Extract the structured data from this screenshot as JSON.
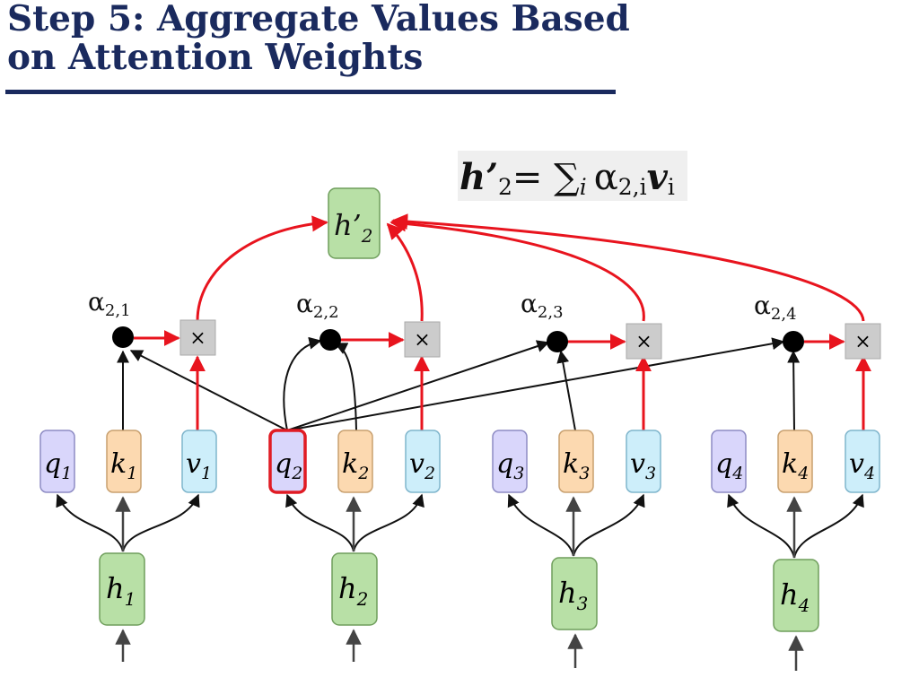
{
  "title": "Step 5: Aggregate Values Based on Attention Weights",
  "formula": {
    "lhs": "h’",
    "lhs_sub": "2",
    "eq": "= ∑",
    "sum_sub": "i",
    "alpha": "α",
    "alpha_sub": "2,i",
    "v": "v",
    "v_sub": "i"
  },
  "output": {
    "label": "h’",
    "sub": "2"
  },
  "multiply_symbol": "×",
  "alpha_symbol": "α",
  "alphas": [
    "2,1",
    "2,2",
    "2,3",
    "2,4"
  ],
  "tokens": [
    {
      "h": "h",
      "q": "q",
      "k": "k",
      "v": "v",
      "sub": "1"
    },
    {
      "h": "h",
      "q": "q",
      "k": "k",
      "v": "v",
      "sub": "2"
    },
    {
      "h": "h",
      "q": "q",
      "k": "k",
      "v": "v",
      "sub": "3"
    },
    {
      "h": "h",
      "q": "q",
      "k": "k",
      "v": "v",
      "sub": "4"
    }
  ],
  "colors": {
    "title": "#1a2a5e",
    "query": "#d9d6fb",
    "query_stroke": "#8e8cc4",
    "key": "#fcd9b0",
    "key_stroke": "#c8a06f",
    "value": "#cdeefa",
    "value_stroke": "#7fb5cc",
    "hidden": "#b8e0a6",
    "hidden_stroke": "#6f9e5c",
    "highlight": "#e01b24",
    "arrow_red": "#e8141e",
    "mult_box": "#cccccc",
    "formula_bg": "#efefef"
  }
}
